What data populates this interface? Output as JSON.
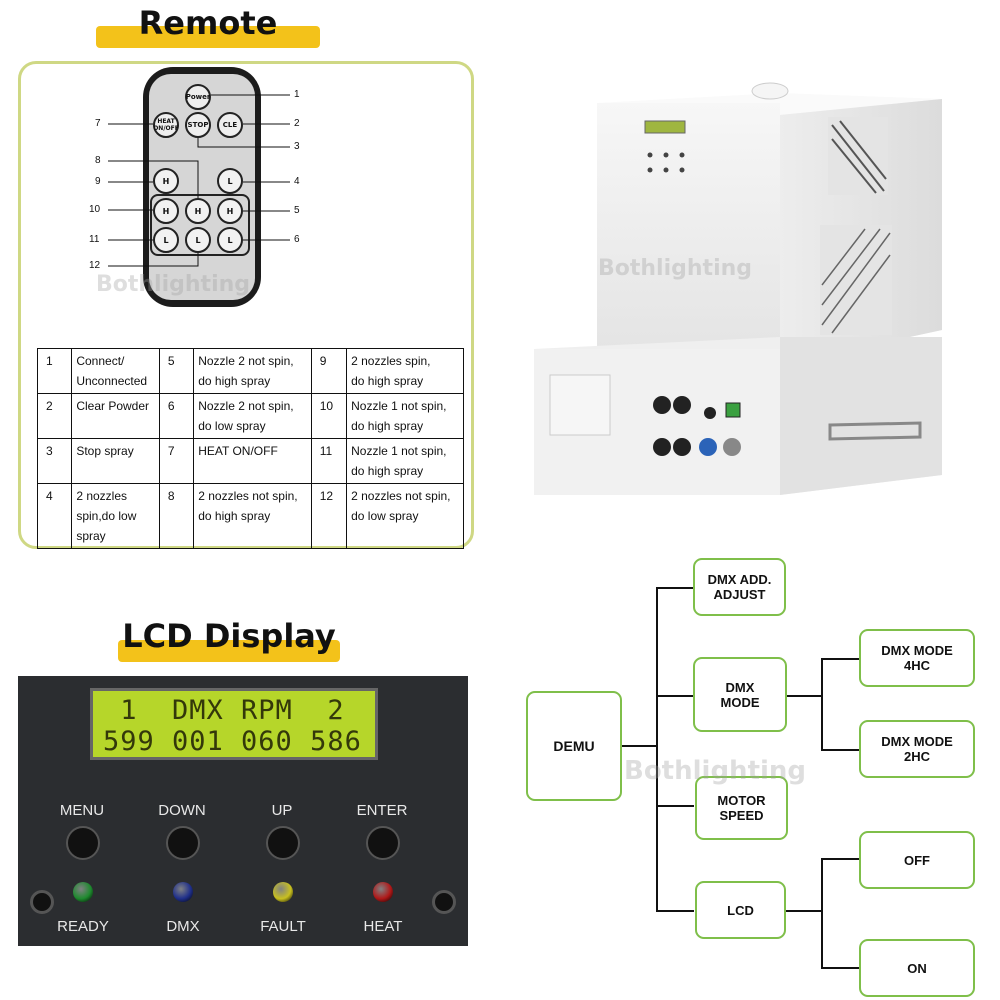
{
  "remote_section": {
    "title": "Remote",
    "buttons": {
      "power": "Power",
      "heat": "HEAT ON/OFF",
      "stop": "STOP",
      "cle": "CLE",
      "nozzle_h": "H",
      "nozzle_l": "L"
    },
    "callouts": [
      "1",
      "2",
      "3",
      "4",
      "5",
      "6",
      "7",
      "8",
      "9",
      "10",
      "11",
      "12"
    ],
    "legend": [
      [
        {
          "n": "1",
          "t": [
            "Connect/",
            "Unconnected"
          ]
        },
        {
          "n": "5",
          "t": [
            "Nozzle 2 not spin,",
            "do high spray"
          ]
        },
        {
          "n": "9",
          "t": [
            "2 nozzles spin,",
            "do high spray"
          ]
        }
      ],
      [
        {
          "n": "2",
          "t": [
            "Clear Powder"
          ]
        },
        {
          "n": "6",
          "t": [
            "Nozzle 2 not spin,",
            "do low spray"
          ]
        },
        {
          "n": "10",
          "t": [
            "Nozzle 1 not spin,",
            "do high spray"
          ]
        }
      ],
      [
        {
          "n": "3",
          "t": [
            "Stop spray"
          ]
        },
        {
          "n": "7",
          "t": [
            "HEAT ON/OFF"
          ]
        },
        {
          "n": "11",
          "t": [
            "Nozzle 1 not spin,",
            "do high spray"
          ]
        }
      ],
      [
        {
          "n": "4",
          "t": [
            "2 nozzles",
            "spin,do low",
            "spray"
          ]
        },
        {
          "n": "8",
          "t": [
            "2 nozzles not spin,",
            "do high spray"
          ]
        },
        {
          "n": "12",
          "t": [
            "2 nozzles not spin,",
            "do low spray"
          ]
        }
      ]
    ]
  },
  "watermark": "Bothlighting",
  "lcd_section": {
    "title": "LCD Display",
    "screen_line1": " 1  DMX RPM  2",
    "screen_line2": "599 001 060 586",
    "buttons": [
      "MENU",
      "DOWN",
      "UP",
      "ENTER"
    ],
    "leds": [
      {
        "label": "READY",
        "color": "#1e8a2e"
      },
      {
        "label": "DMX",
        "color": "#1f2f8a"
      },
      {
        "label": "FAULT",
        "color": "#c8c020"
      },
      {
        "label": "HEAT",
        "color": "#b01818"
      }
    ]
  },
  "menu_tree": {
    "root": "DEMU",
    "dmx_addr_line1": "DMX ADD.",
    "dmx_addr_line2": "ADJUST",
    "dmx_mode_line1": "DMX",
    "dmx_mode_line2": "MODE",
    "mode4_line1": "DMX MODE",
    "mode4_line2": "4HC",
    "mode2_line1": "DMX MODE",
    "mode2_line2": "2HC",
    "motor_line1": "MOTOR",
    "motor_line2": "SPEED",
    "lcd": "LCD",
    "off": "OFF",
    "on": "ON"
  },
  "colors": {
    "banner": "#f3c21a",
    "frame": "#cfd884",
    "flow_border": "#7fbf4a",
    "lcd_green": "#b6d62a"
  }
}
